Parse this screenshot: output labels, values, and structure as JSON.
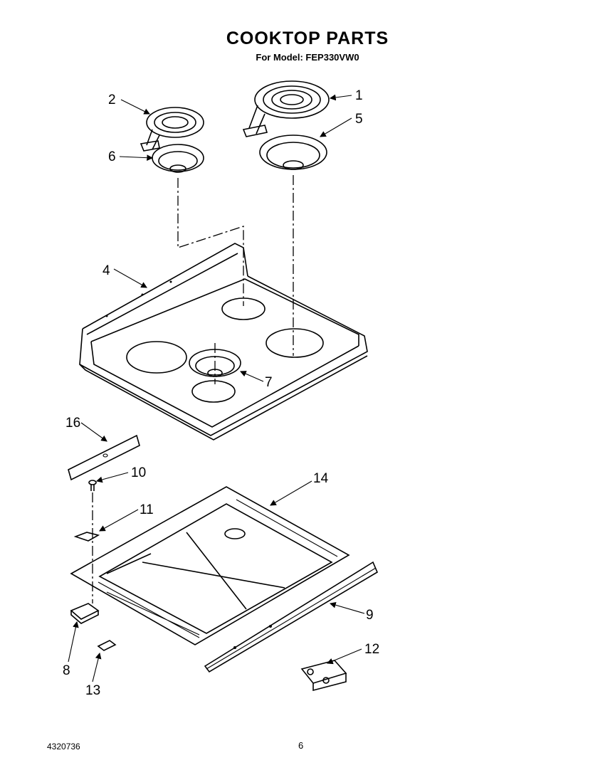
{
  "header": {
    "title": "COOKTOP PARTS",
    "subtitle": "For Model: FEP330VW0"
  },
  "footer": {
    "doc_number": "4320736",
    "page_number": "6"
  },
  "callouts": [
    "1",
    "2",
    "4",
    "5",
    "6",
    "7",
    "8",
    "9",
    "10",
    "11",
    "12",
    "13",
    "14",
    "16"
  ]
}
